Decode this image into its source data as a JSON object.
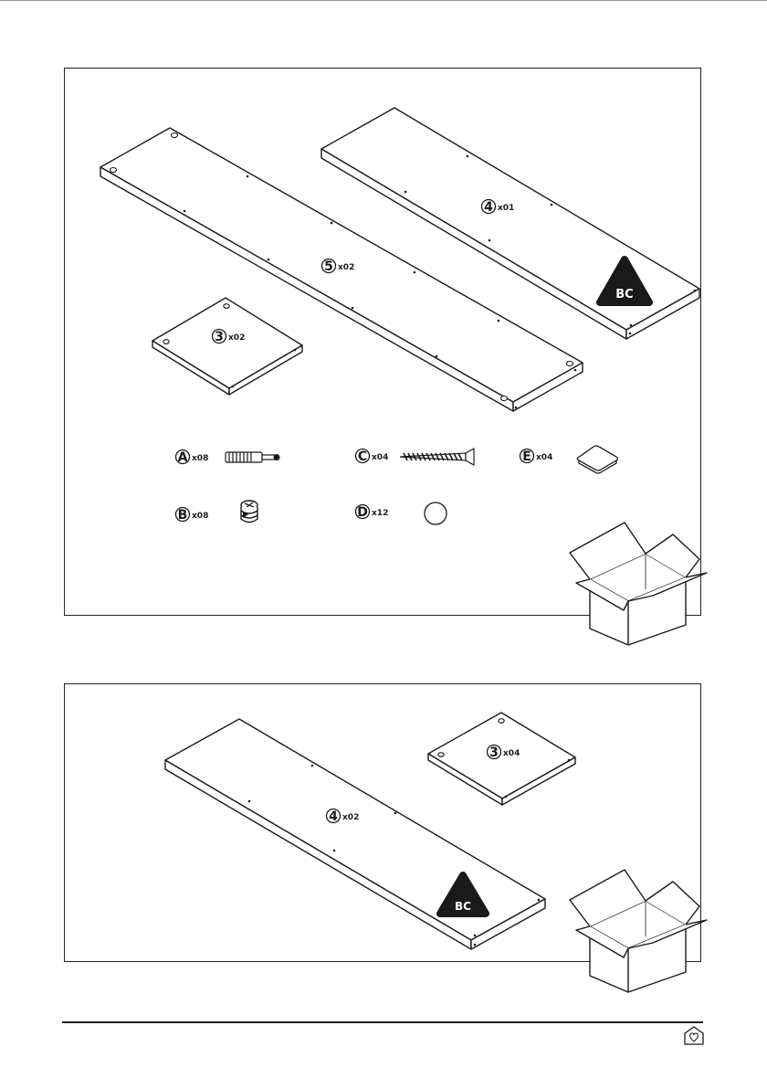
{
  "panels": [
    {
      "parts": [
        {
          "id": "5",
          "qty": "x02"
        },
        {
          "id": "4",
          "qty": "x01"
        },
        {
          "id": "3",
          "qty": "x02"
        }
      ],
      "badge": "BC",
      "hardware": [
        {
          "id": "A",
          "qty": "x08",
          "icon": "cam-bolt-icon"
        },
        {
          "id": "B",
          "qty": "x08",
          "icon": "cam-lock-icon"
        },
        {
          "id": "C",
          "qty": "x04",
          "icon": "screw-icon"
        },
        {
          "id": "D",
          "qty": "x12",
          "icon": "cap-disc-icon"
        },
        {
          "id": "E",
          "qty": "x04",
          "icon": "felt-pad-icon"
        }
      ]
    },
    {
      "parts": [
        {
          "id": "3",
          "qty": "x04"
        },
        {
          "id": "4",
          "qty": "x02"
        }
      ],
      "badge": "BC"
    }
  ],
  "icons": {
    "box": "open-box-icon",
    "brand": "house-heart-icon"
  },
  "colors": {
    "line": "#1a1a1a",
    "background": "#ffffff"
  }
}
